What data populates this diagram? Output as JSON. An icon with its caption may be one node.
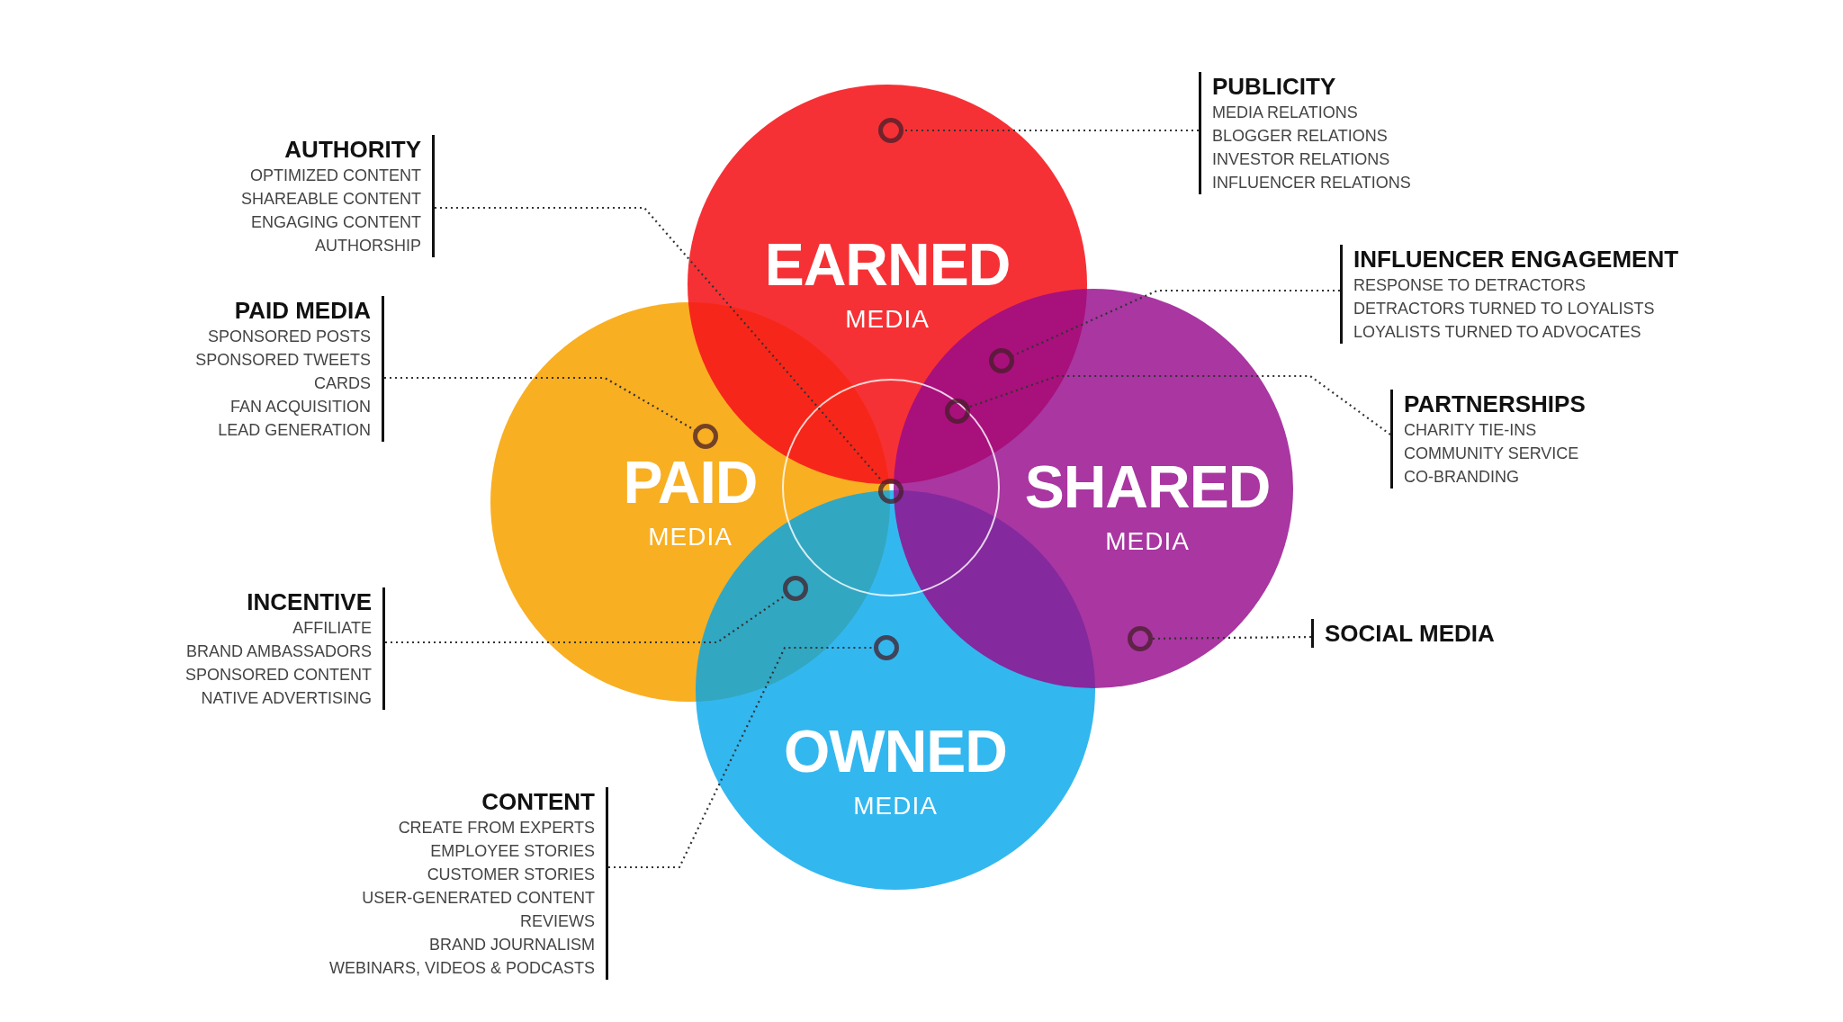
{
  "diagram": {
    "nodes": [
      {
        "text": [
          "EARNED",
          "MEDIA"
        ]
      },
      {
        "text": [
          "PAID",
          "MEDIA"
        ]
      },
      {
        "text": [
          "SHARED",
          "MEDIA"
        ]
      },
      {
        "text": [
          "OWNED",
          "MEDIA"
        ]
      },
      {
        "text": [
          "PUBLICITY",
          "MEDIA RELATIONS",
          "BLOGGER RELATIONS",
          "INVESTOR RELATIONS",
          "INFLUENCER RELATIONS"
        ]
      },
      {
        "text": [
          "AUTHORITY",
          "OPTIMIZED CONTENT",
          "SHAREABLE CONTENT",
          "ENGAGING CONTENT",
          "AUTHORSHIP"
        ]
      },
      {
        "text": [
          "INFLUENCER ENGAGEMENT",
          "RESPONSE TO DETRACTORS",
          "DETRACTORS TURNED TO LOYALISTS",
          "LOYALISTS TURNED TO ADVOCATES"
        ]
      },
      {
        "text": [
          "PAID MEDIA",
          "SPONSORED POSTS",
          "SPONSORED TWEETS",
          "CARDS",
          "FAN ACQUISITION",
          "LEAD GENERATION"
        ]
      },
      {
        "text": [
          "PARTNERSHIPS",
          "CHARITY TIE-INS",
          "COMMUNITY SERVICE",
          "CO-BRANDING"
        ]
      },
      {
        "text": [
          "INCENTIVE",
          "AFFILIATE",
          "BRAND AMBASSADORS",
          "SPONSORED CONTENT",
          "NATIVE ADVERTISING"
        ]
      },
      {
        "text": [
          "SOCIAL MEDIA"
        ]
      },
      {
        "text": [
          "CONTENT",
          "CREATE FROM EXPERTS",
          "EMPLOYEE STORIES",
          "CUSTOMER STORIES",
          "USER-GENERATED CONTENT",
          "REVIEWS",
          "BRAND JOURNALISM",
          "WEBINARS, VIDEOS & PODCASTS"
        ]
      },
      {
        "text": [],
        "shape": "circle",
        "in": 0
      },
      {
        "text": [],
        "shape": "circle"
      },
      {
        "text": [],
        "shape": "circle"
      },
      {
        "text": [],
        "shape": "circle"
      },
      {
        "text": [],
        "shape": "circle"
      },
      {
        "text": [],
        "shape": "circle"
      },
      {
        "text": [],
        "shape": "circle",
        "in": 2
      },
      {
        "text": [],
        "shape": "circle",
        "in": 3
      }
    ],
    "edges": [
      {
        "from": 4,
        "to": 12,
        "arrow": "none"
      },
      {
        "from": 5,
        "to": 16,
        "arrow": "none"
      },
      {
        "from": 6,
        "to": 13,
        "arrow": "none"
      },
      {
        "from": 7,
        "to": 15,
        "arrow": "none"
      },
      {
        "from": 8,
        "to": 14,
        "arrow": "none"
      },
      {
        "from": 9,
        "to": 17,
        "arrow": "none"
      },
      {
        "from": 10,
        "to": 18,
        "arrow": "none"
      },
      {
        "from": 11,
        "to": 19,
        "arrow": "none"
      }
    ]
  }
}
